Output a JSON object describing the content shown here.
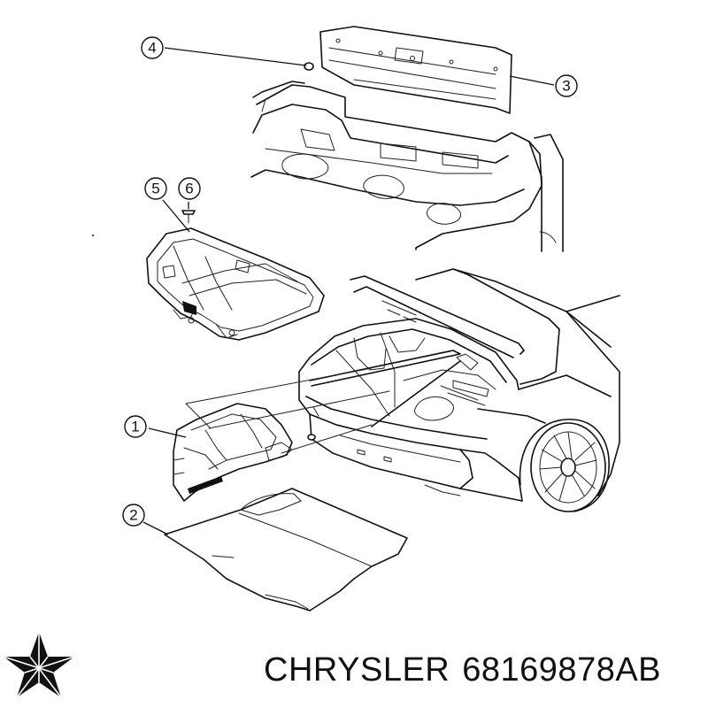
{
  "callouts": {
    "c1": "1",
    "c2": "2",
    "c3": "3",
    "c4": "4",
    "c5": "5",
    "c6": "6"
  },
  "caption": {
    "brand": "CHRYSLER",
    "part_number": "68169878AB"
  },
  "colors": {
    "line": "#111111",
    "background": "#ffffff"
  },
  "icons": {
    "logo": "chrysler-pentastar-icon"
  }
}
